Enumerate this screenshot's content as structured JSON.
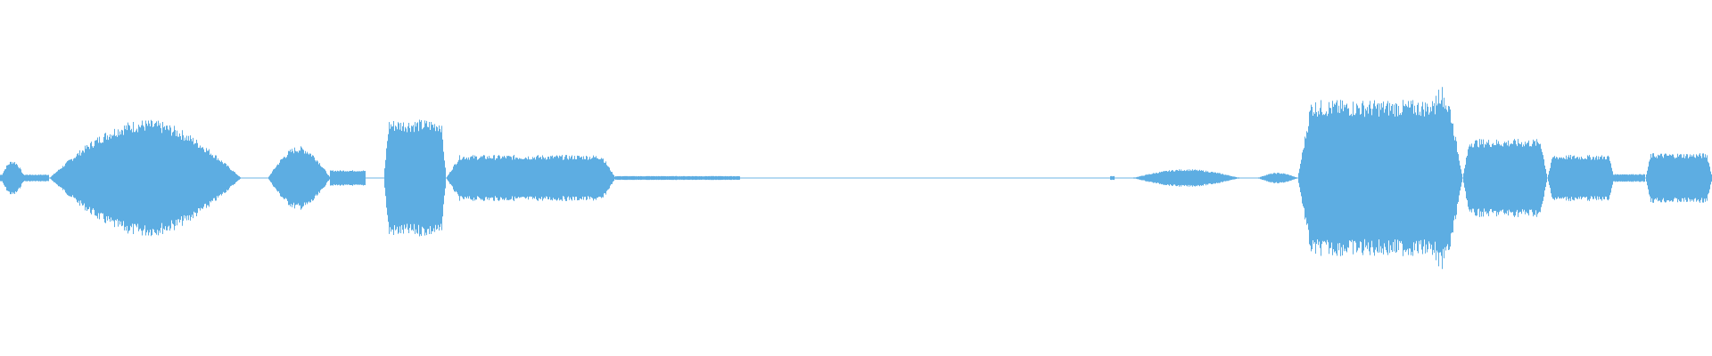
{
  "waveform": {
    "color": "#5dade2",
    "background": "#ffffff",
    "duration_units": 1920,
    "center_line": true,
    "segments": [
      {
        "start": 0,
        "end": 55,
        "peak": 0.1,
        "shape": "double-bump"
      },
      {
        "start": 55,
        "end": 270,
        "peak": 0.33,
        "shape": "swell"
      },
      {
        "start": 300,
        "end": 370,
        "peak": 0.18,
        "shape": "swell"
      },
      {
        "start": 370,
        "end": 410,
        "peak": 0.04,
        "shape": "flat"
      },
      {
        "start": 430,
        "end": 500,
        "peak": 0.33,
        "shape": "plateau"
      },
      {
        "start": 500,
        "end": 690,
        "peak": 0.13,
        "shape": "plateau"
      },
      {
        "start": 690,
        "end": 830,
        "peak": 0.01,
        "shape": "flat"
      },
      {
        "start": 1245,
        "end": 1250,
        "peak": 0.01,
        "shape": "flat"
      },
      {
        "start": 1270,
        "end": 1390,
        "peak": 0.05,
        "shape": "swell"
      },
      {
        "start": 1410,
        "end": 1455,
        "peak": 0.03,
        "shape": "swell"
      },
      {
        "start": 1455,
        "end": 1640,
        "peak": 0.44,
        "shape": "plateau"
      },
      {
        "start": 1590,
        "end": 1640,
        "peak": 0.53,
        "shape": "spike"
      },
      {
        "start": 1640,
        "end": 1735,
        "peak": 0.22,
        "shape": "plateau"
      },
      {
        "start": 1735,
        "end": 1810,
        "peak": 0.13,
        "shape": "plateau"
      },
      {
        "start": 1810,
        "end": 1845,
        "peak": 0.02,
        "shape": "flat"
      },
      {
        "start": 1845,
        "end": 1920,
        "peak": 0.14,
        "shape": "plateau"
      }
    ]
  }
}
